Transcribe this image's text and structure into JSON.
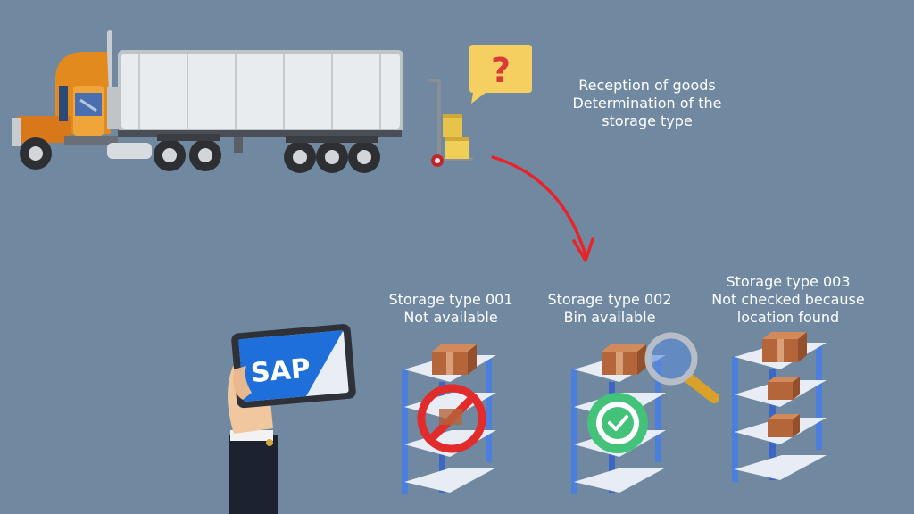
{
  "reception": {
    "lines": [
      "Reception of goods",
      "Determination of the",
      "storage type"
    ]
  },
  "tablet": {
    "logo_text": "SAP"
  },
  "speech_bubble": {
    "symbol": "?"
  },
  "storage_types": [
    {
      "lines": [
        "Storage type 001",
        "Not available"
      ],
      "status": "not-available"
    },
    {
      "lines": [
        "Storage type 002",
        "Bin available"
      ],
      "status": "bin-available"
    },
    {
      "lines": [
        "Storage type 003",
        "Not checked because",
        "location found"
      ],
      "status": "not-checked"
    }
  ],
  "colors": {
    "background": "#7089a0",
    "arrow": "#e8232a",
    "truck_cab": "#e38a1e",
    "shelf_frame": "#4a7fe0",
    "shelf_board": "#e7ecf5",
    "box": "#b5653a",
    "forbidden": "#e22b2b",
    "check": "#43c37a",
    "tablet_screen": "#1e6fd9"
  },
  "icons": [
    "truck-icon",
    "hand-truck-icon",
    "question-bubble-icon",
    "curved-arrow-icon",
    "tablet-hand-icon",
    "shelf-icon",
    "forbidden-icon",
    "magnifier-icon",
    "checkmark-badge-icon"
  ]
}
